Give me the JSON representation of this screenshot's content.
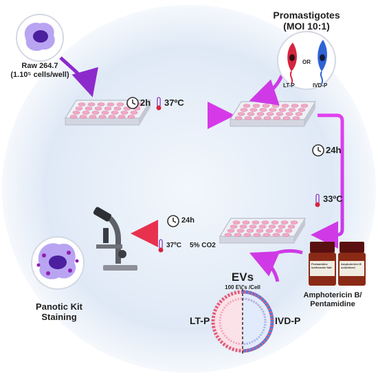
{
  "raw_cells": {
    "name": "Raw 264.7",
    "density": "(1.10⁵ cells/well)"
  },
  "promastigotes": {
    "title": "Promastigotes",
    "moi": "(MOI 10:1)",
    "or": "OR",
    "left": "LT-P",
    "right": "IVD-P"
  },
  "step1": {
    "time": "2h",
    "temp": "37ºC"
  },
  "step2": {
    "time": "24h",
    "temp": "33ºC"
  },
  "step3": {
    "time": "24h",
    "temp": "37ºC",
    "co2": "5% CO2"
  },
  "evs": {
    "title": "EVs",
    "dose": "100 EV's /Cell",
    "left": "LT-P",
    "right": "IVD-P"
  },
  "drugs": {
    "label_line1": "Amphotericin B/",
    "label_line2": "Pentamidine",
    "vial1": "Pentamidine isethionate Salt",
    "vial2": "Amphotericin B solubilized"
  },
  "staining": {
    "line1": "Panotic Kit",
    "line2": "Staining"
  },
  "colors": {
    "arrow_start": "#8b2fc9",
    "arrow_end": "#e040ef",
    "red_arrow": "#e8314f",
    "plate": "#e9e9ef",
    "well": "#f2a9c4",
    "lt_p": "#d6243f",
    "ivd_p": "#2f63d6",
    "background": "#dde9f7"
  }
}
